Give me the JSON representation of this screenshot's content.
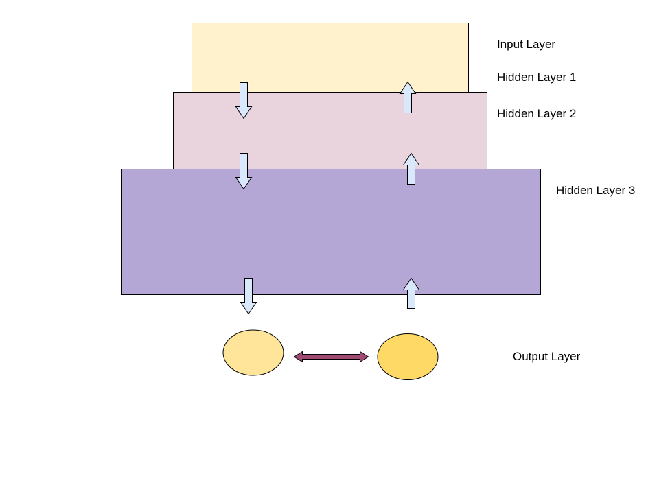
{
  "labels": {
    "input_layer": "Input Layer",
    "hidden_layer_1": "Hidden Layer 1",
    "hidden_layer_2": "Hidden Layer 2",
    "hidden_layer_3": "Hidden Layer 3",
    "output_layer": "Output Layer"
  },
  "colors": {
    "input_layer_fill": "#fff2cc",
    "hidden_layer_2_fill": "#e9d3dc",
    "hidden_layer_3_fill": "#b4a7d6",
    "arrow_fill": "#dae8fc",
    "output_node_left_fill": "#ffe599",
    "output_node_right_fill": "#ffd966",
    "connector_fill": "#9e4a73",
    "outline": "#000000"
  }
}
